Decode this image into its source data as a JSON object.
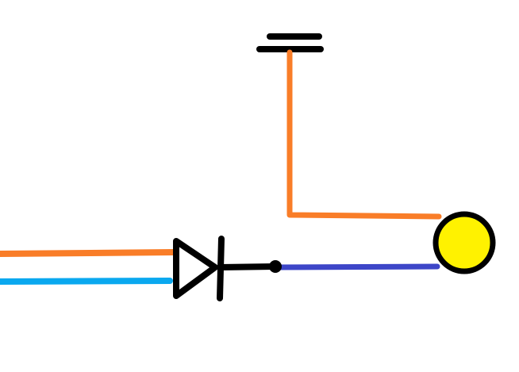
{
  "diagram": {
    "type": "schematic",
    "components": [
      {
        "id": "ground-symbol",
        "kind": "ground",
        "icon": "ground-icon"
      },
      {
        "id": "diode",
        "kind": "diode",
        "icon": "diode-icon"
      },
      {
        "id": "lamp",
        "kind": "indicator-light",
        "icon": "lamp-icon"
      }
    ],
    "wires": [
      {
        "id": "wire-ground-to-lamp",
        "color_name": "orange",
        "from": "ground-symbol",
        "to": "lamp"
      },
      {
        "id": "wire-input-orange",
        "color_name": "orange",
        "from": "left-edge",
        "to": "diode"
      },
      {
        "id": "wire-input-blue",
        "color_name": "light-blue",
        "from": "left-edge",
        "to": "diode"
      },
      {
        "id": "wire-diode-to-lamp",
        "color_name": "dark-blue",
        "from": "diode",
        "to": "lamp"
      }
    ],
    "colors": {
      "background": "#ffffff",
      "orange_wire": "#F97D28",
      "light_blue_wire": "#0AA8EF",
      "dark_blue_wire": "#3D46C8",
      "symbol_stroke": "#000000",
      "lamp_fill": "#FFF200"
    }
  }
}
